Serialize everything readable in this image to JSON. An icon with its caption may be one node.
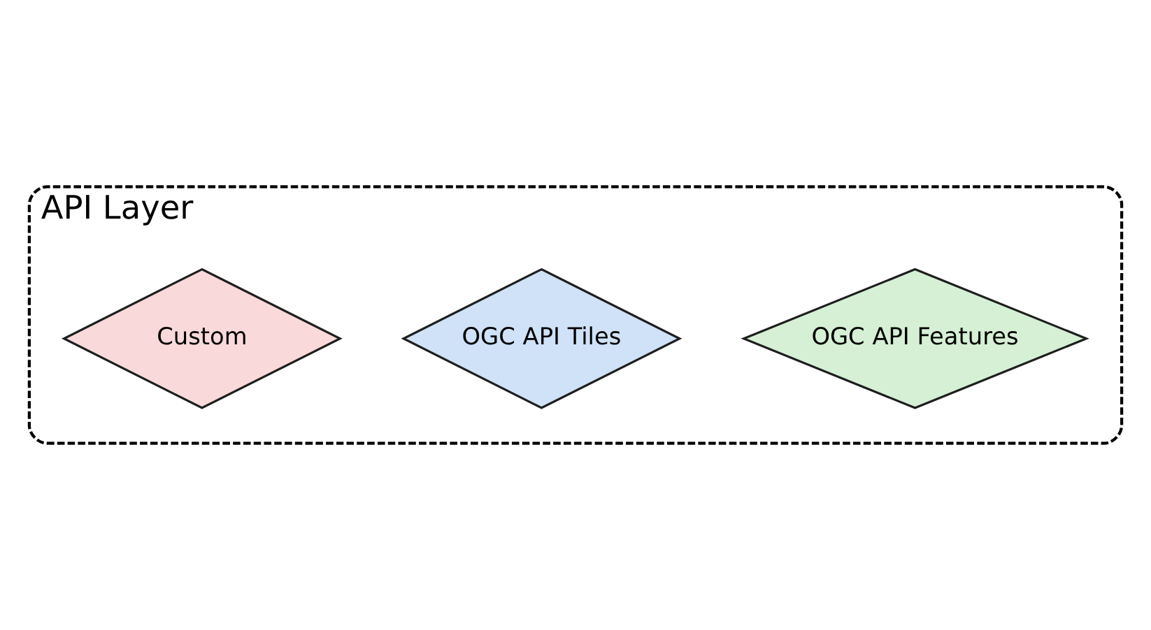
{
  "diagram": {
    "nodes": [
      {
        "text": [
          "API Layer"
        ]
      },
      {
        "text": [
          "OGC API Features"
        ],
        "in": 0
      },
      {
        "text": [
          "OGC API Tiles"
        ],
        "in": 0
      },
      {
        "text": [
          "Custom"
        ],
        "in": 0
      }
    ]
  }
}
